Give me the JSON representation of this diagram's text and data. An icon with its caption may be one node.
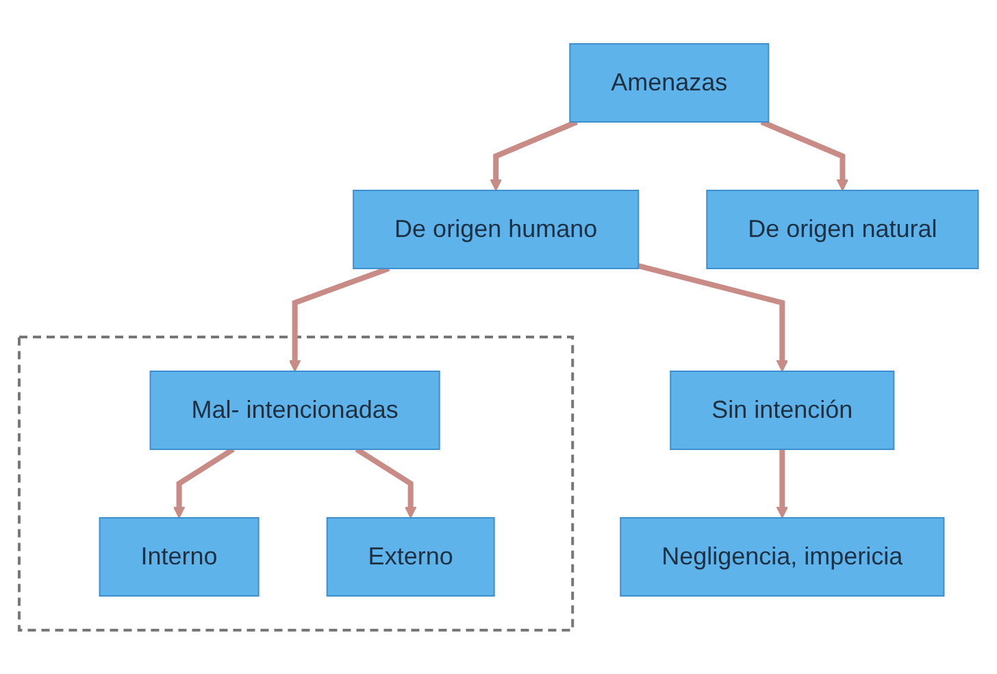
{
  "diagram": {
    "nodes": [
      {
        "text": [
          "Amenazas"
        ]
      },
      {
        "text": [
          "De origen humano"
        ]
      },
      {
        "text": [
          "De origen natural"
        ]
      },
      {
        "text": [
          "Sin intención"
        ]
      },
      {
        "text": [],
        "shape": "box"
      },
      {
        "text": [
          "Mal- intencionadas"
        ],
        "in": 4
      },
      {
        "text": [
          "Negligencia, impericia"
        ]
      },
      {
        "text": [
          "Interno"
        ],
        "in": 4
      },
      {
        "text": [
          "Externo"
        ],
        "in": 4
      }
    ],
    "edges": [
      {
        "from": 0,
        "to": 1,
        "arrow": "to"
      },
      {
        "from": 0,
        "to": 2,
        "arrow": "to"
      },
      {
        "from": 1,
        "to": 3,
        "arrow": "to"
      },
      {
        "from": 1,
        "to": 5,
        "arrow": "to"
      },
      {
        "from": 3,
        "to": 6,
        "arrow": "to"
      },
      {
        "from": 5,
        "to": 7,
        "arrow": "to"
      },
      {
        "from": 5,
        "to": 8,
        "arrow": "to"
      }
    ]
  }
}
